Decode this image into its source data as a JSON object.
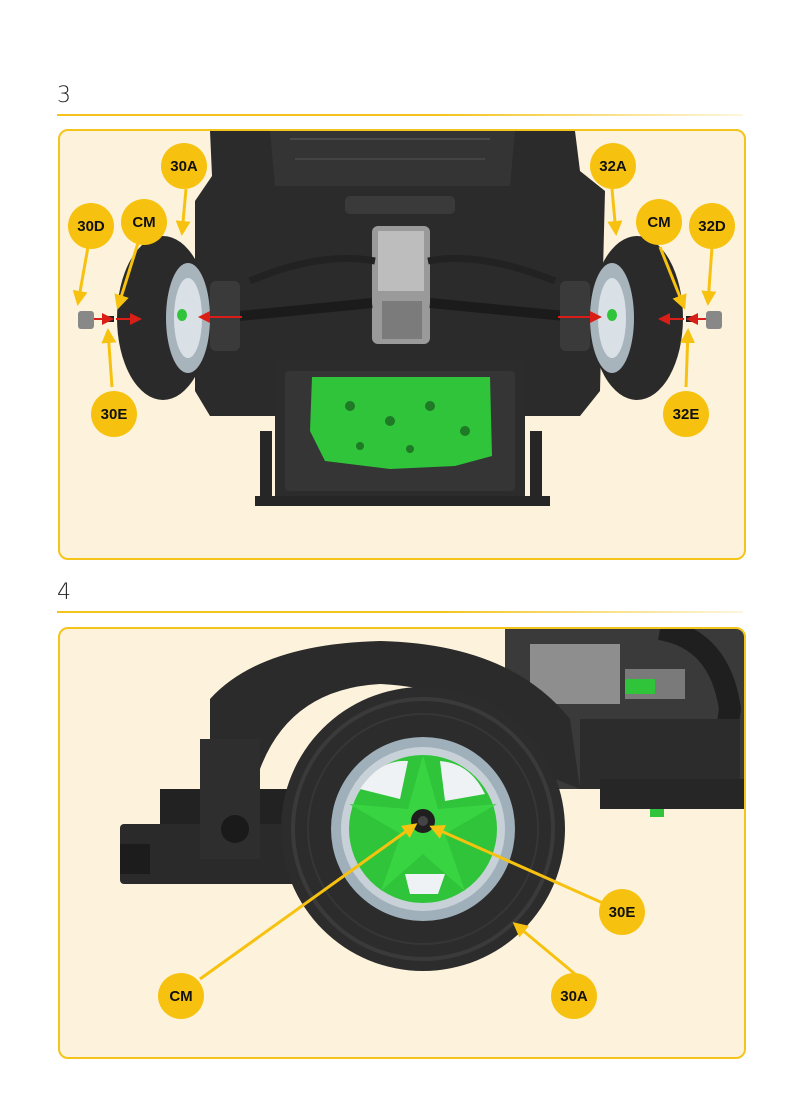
{
  "steps": [
    {
      "number": "3",
      "labels": {
        "l30a": "30A",
        "l30d": "30D",
        "lcm_left": "CM",
        "l30e": "30E",
        "l32a": "32A",
        "lcm_right": "CM",
        "l32d": "32D",
        "l32e": "32E"
      }
    },
    {
      "number": "4",
      "labels": {
        "cm": "CM",
        "l30e": "30E",
        "l30a": "30A"
      }
    }
  ],
  "colors": {
    "accent": "#f7c20f",
    "panel_background": "#fdf3dc",
    "chassis": "#2a2a2a",
    "highlight_part": "#2fc43a",
    "arrow_red": "#d91e18"
  }
}
